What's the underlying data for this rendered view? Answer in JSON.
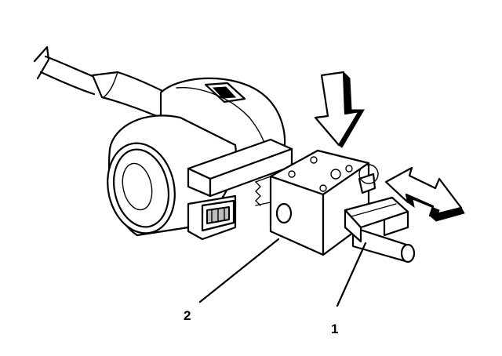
{
  "callouts": [
    {
      "label": "2",
      "part": "block"
    },
    {
      "label": "1",
      "part": "clip"
    }
  ]
}
